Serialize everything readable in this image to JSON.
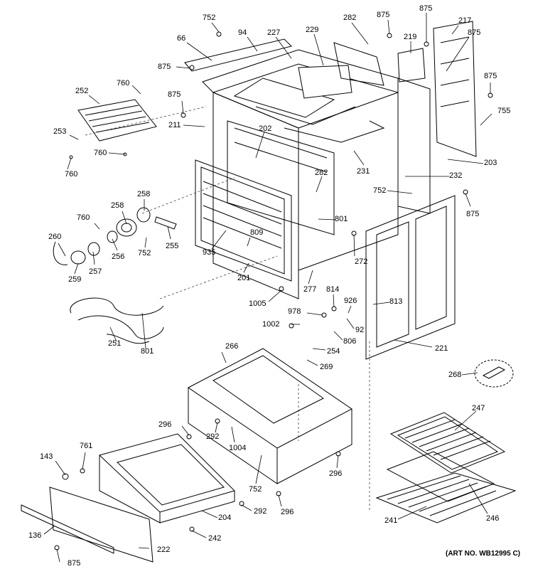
{
  "diagram": {
    "art_number": "(ART NO. WB12995 C)",
    "labels": {
      "p752_top": "752",
      "p94": "94",
      "p227": "227",
      "p229": "229",
      "p282_top": "282",
      "p875_a": "875",
      "p875_b": "875",
      "p219": "219",
      "p217": "217",
      "p875_c": "875",
      "p66": "66",
      "p875_left": "875",
      "p875_right1": "875",
      "p755": "755",
      "p252": "252",
      "p760_a": "760",
      "p875_mid": "875",
      "p211": "211",
      "p253": "253",
      "p760_b": "760",
      "p760_c": "760",
      "p202": "202",
      "p231": "231",
      "p203": "203",
      "p232": "232",
      "p282_mid": "282",
      "p752_mid": "752",
      "p875_right2": "875",
      "p801_a": "801",
      "p258_a": "258",
      "p258_b": "258",
      "p760_d": "760",
      "p260": "260",
      "p256": "256",
      "p752_left": "752",
      "p255": "255",
      "p809": "809",
      "p935": "935",
      "p259": "259",
      "p257": "257",
      "p272": "272",
      "p201": "201",
      "p277": "277",
      "p1005": "1005",
      "p814": "814",
      "p813": "813",
      "p926": "926",
      "p978": "978",
      "p1002": "1002",
      "p92": "92",
      "p806": "806",
      "p251": "251",
      "p801_b": "801",
      "p254": "254",
      "p221": "221",
      "p266": "266",
      "p269": "269",
      "p268": "268",
      "p247": "247",
      "p296_a": "296",
      "p292_a": "292",
      "p1004": "1004",
      "p761": "761",
      "p143": "143",
      "p296_b": "296",
      "p752_low": "752",
      "p292_b": "292",
      "p296_c": "296",
      "p204": "204",
      "p246": "246",
      "p241": "241",
      "p136": "136",
      "p242": "242",
      "p222": "222",
      "p875_bottom": "875"
    }
  }
}
